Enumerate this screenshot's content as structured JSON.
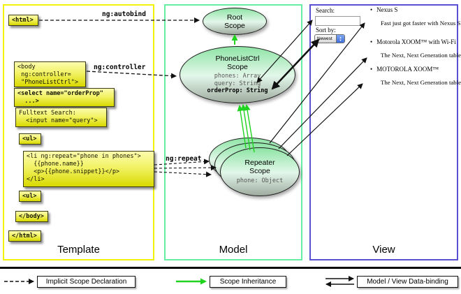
{
  "columns": {
    "template": {
      "label": "Template",
      "border_color": "#f2f20a"
    },
    "model": {
      "label": "Model",
      "border_color": "#66eea4"
    },
    "view": {
      "label": "View",
      "border_color": "#5a50d2"
    }
  },
  "labels": {
    "ng_autobind": "ng:autobind",
    "ng_controller": "ng:controller",
    "ng_repeat": "ng:repeat"
  },
  "template_code": {
    "html_open": "<html>",
    "body_open": "<body\n ng:controller=\n \"PhoneListCtrl\">",
    "select": "<select name=\"orderProp\"\n  ...>",
    "fulltext": "Fulltext Search:\n  <input name=\"query\">",
    "ul_open": "<ul>",
    "li_repeat": "<li ng:repeat=\"phone in phones\">\n  {{phone.name}}\n  <p>{{phone.snippet}}</p>\n</li>",
    "ul_close": "<ul>",
    "body_close": "</body>",
    "html_close": "</html>"
  },
  "model": {
    "root_scope_title": "Root\nScope",
    "phonelist_title": "PhoneListCtrl\nScope",
    "phonelist_props": {
      "phones": "phones: Array",
      "query": "query: String",
      "orderprop": "orderProp: String"
    },
    "repeater_title": "Repeater\nScope",
    "repeater_prop": "phone: Object"
  },
  "view": {
    "search_label": "Search:",
    "search_value": "",
    "sort_label": "Sort by:",
    "sort_value": "Newest",
    "items": [
      {
        "bullet": "•",
        "title": "Nexus S",
        "desc": "Fast just got faster with Nexus S."
      },
      {
        "bullet": "•",
        "title": "Motorola XOOM™ with Wi-Fi",
        "desc": "The Next, Next Generation tablet."
      },
      {
        "bullet": "•",
        "title": "MOTOROLA XOOM™",
        "desc": "The Next, Next Generation tablet."
      }
    ]
  },
  "legend": {
    "implicit": "Implicit Scope Declaration",
    "inheritance": "Scope Inheritance",
    "binding": "Model / View Data-binding"
  },
  "colors": {
    "scope_green_top": "#8fe4a6",
    "box_yellow": "#d9d900",
    "arrow_green": "#1fd31f",
    "arrow_black": "#111111"
  }
}
